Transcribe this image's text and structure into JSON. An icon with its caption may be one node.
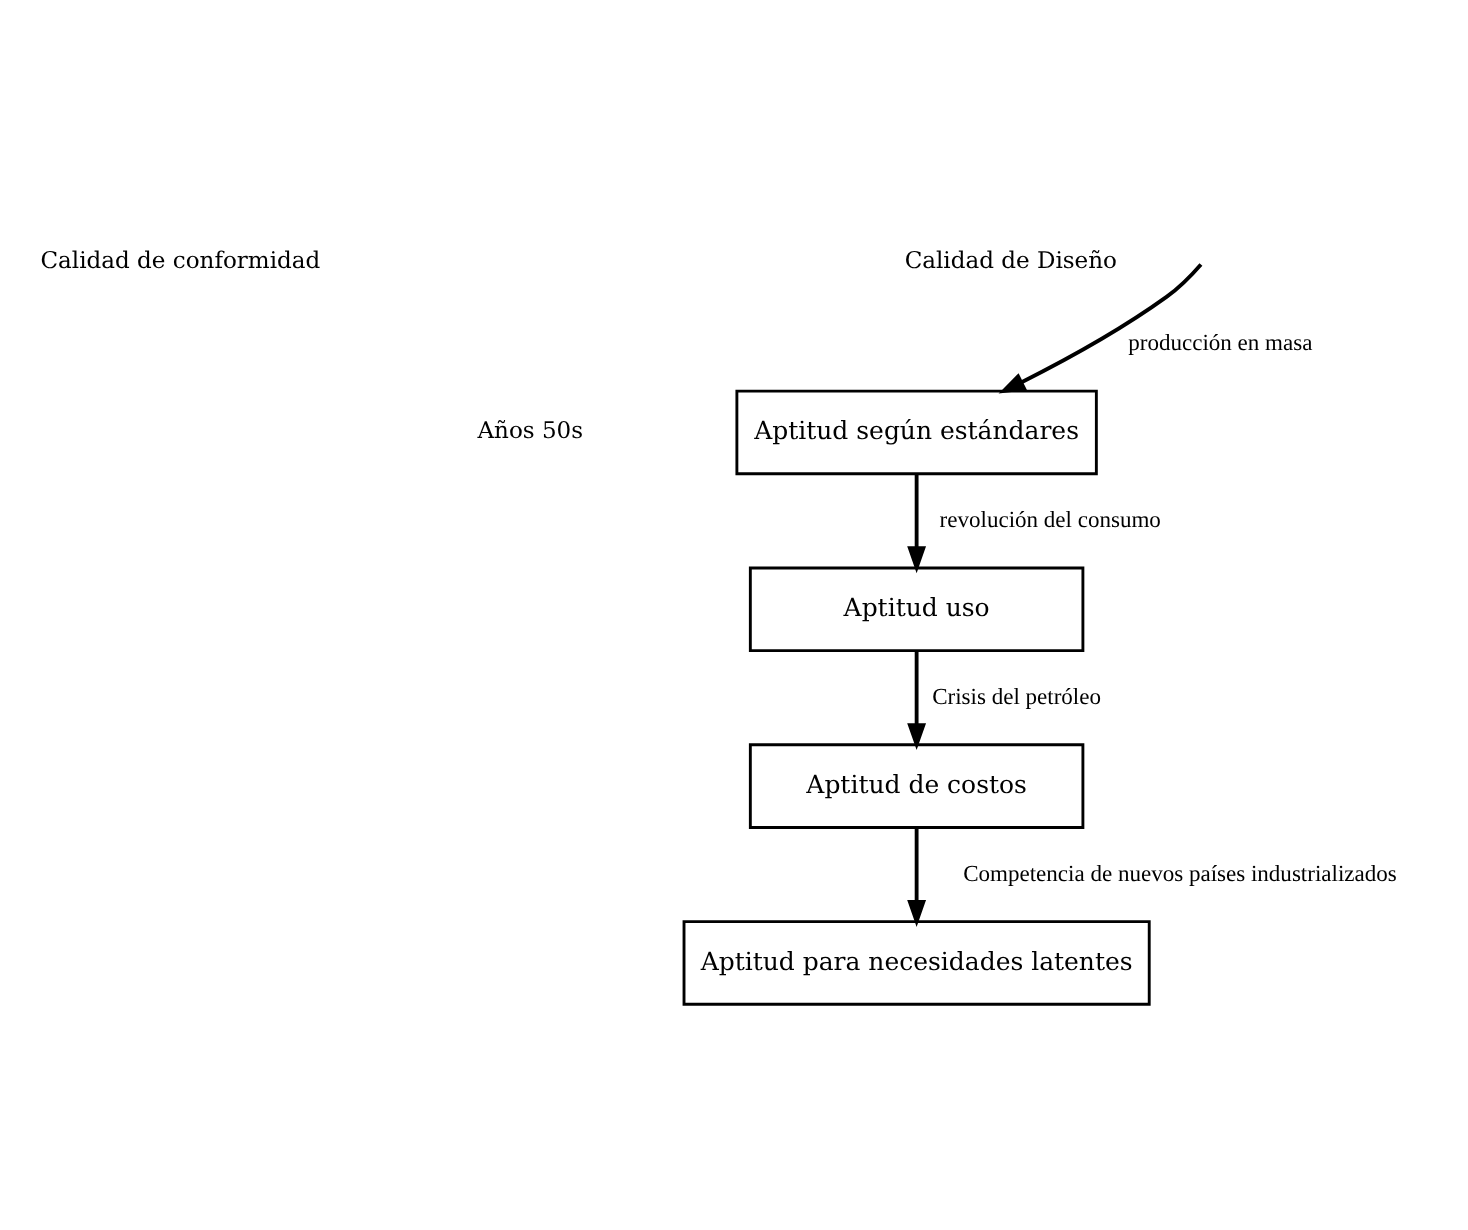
{
  "diagram": {
    "nodes": [
      {
        "text": [
          "Aptitud según estándares"
        ]
      },
      {
        "text": [
          "Aptitud uso"
        ]
      },
      {
        "text": [
          "Aptitud de costos"
        ]
      },
      {
        "text": [
          "Aptitud para necesidades latentes"
        ]
      }
    ],
    "edges": [
      {
        "from": null,
        "to": 0,
        "arrow": "to",
        "label": "producción en masa"
      },
      {
        "from": 0,
        "to": 1,
        "arrow": "to",
        "label": "revolución del consumo"
      },
      {
        "from": 1,
        "to": 2,
        "arrow": "to",
        "label": "Crisis del petróleo"
      },
      {
        "from": 2,
        "to": 3,
        "arrow": "to",
        "label": "Competencia de nuevos países industrializados"
      }
    ],
    "labels": [
      "Calidad de conformidad",
      "Calidad de Diseño",
      "Años 50s"
    ]
  }
}
